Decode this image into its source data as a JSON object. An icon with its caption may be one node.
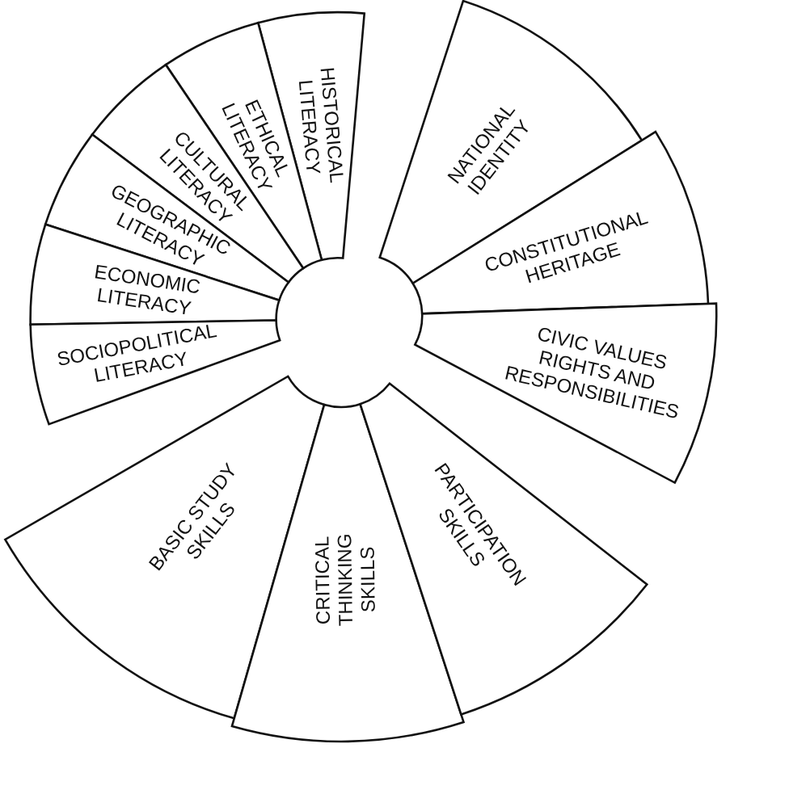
{
  "diagram": {
    "nodes": [
      {
        "text": [
          "HISTORICAL LITERACY"
        ]
      },
      {
        "text": [
          "ETHICAL LITERACY"
        ]
      },
      {
        "text": [
          "CULTURAL LITERACY"
        ]
      },
      {
        "text": [
          "GEOGRAPHIC LITERACY"
        ]
      },
      {
        "text": [
          "ECONOMIC LITERACY"
        ]
      },
      {
        "text": [
          "SOCIOPOLITICAL LITERACY"
        ]
      },
      {
        "text": [
          "NATIONAL IDENTITY"
        ]
      },
      {
        "text": [
          "CONSTITUTIONAL HERITAGE"
        ]
      },
      {
        "text": [
          "CIVIC VALUES RIGHTS AND RESPONSIBILITIES"
        ]
      },
      {
        "text": [
          "BASIC STUDY SKILLS"
        ]
      },
      {
        "text": [
          "CRITICAL THINKING SKILLS"
        ]
      },
      {
        "text": [
          "PARTICIPATION SKILLS"
        ]
      }
    ]
  }
}
